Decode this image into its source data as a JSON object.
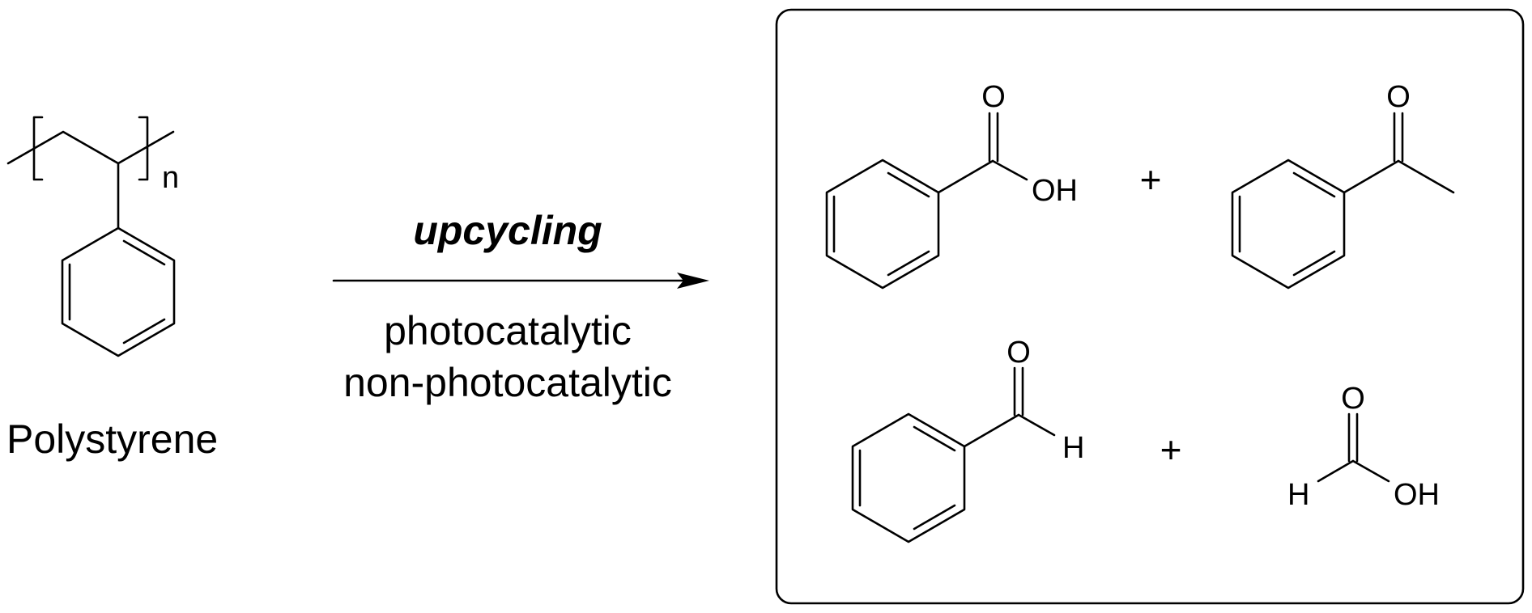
{
  "reactant": {
    "name": "Polystyrene",
    "repeat_subscript": "n"
  },
  "conditions": {
    "above_arrow": "upcycling",
    "below_arrow_line1": "photocatalytic",
    "below_arrow_line2": "non-photocatalytic"
  },
  "products": {
    "benzoic_acid": {
      "o": "O",
      "oh": "OH"
    },
    "acetophenone": {
      "o": "O"
    },
    "benzaldehyde": {
      "o": "O",
      "h": "H"
    },
    "formic_acid": {
      "o": "O",
      "h": "H",
      "oh": "OH"
    },
    "plus_1": "+",
    "plus_2": "+"
  }
}
